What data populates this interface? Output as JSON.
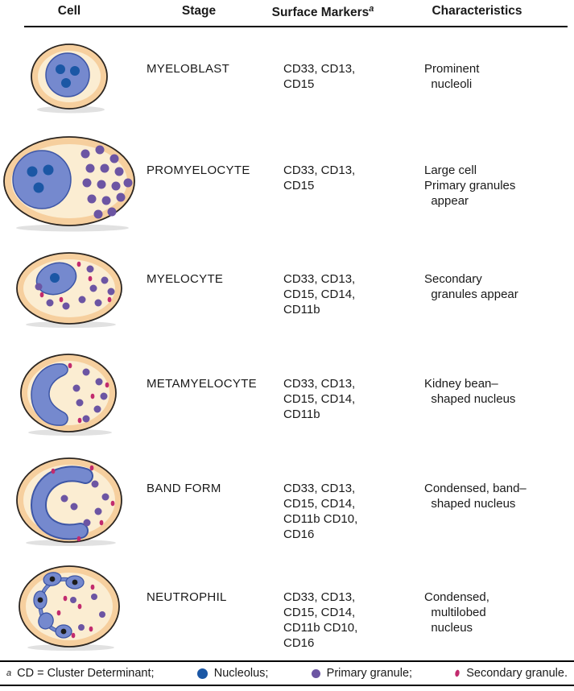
{
  "header": {
    "cell": "Cell",
    "stage": "Stage",
    "markers": "Surface Markers",
    "markers_sup": "a",
    "characteristics": "Characteristics"
  },
  "rows": [
    {
      "stage": "MYELOBLAST",
      "markers": "CD33, CD13,\nCD15",
      "characteristics": "Prominent\n  nucleoli"
    },
    {
      "stage": "PROMYELOCYTE",
      "markers": "CD33, CD13,\nCD15",
      "characteristics": "Large cell\nPrimary granules\n  appear"
    },
    {
      "stage": "MYELOCYTE",
      "markers": "CD33, CD13,\nCD15, CD14,\nCD11b",
      "characteristics": "Secondary\n  granules appear"
    },
    {
      "stage": "METAMYELOCYTE",
      "markers": "CD33, CD13,\nCD15, CD14,\nCD11b",
      "characteristics": "Kidney bean–\n  shaped nucleus"
    },
    {
      "stage": "BAND FORM",
      "markers": "CD33, CD13,\nCD15, CD14,\nCD11b CD10,\nCD16",
      "characteristics": "Condensed, band–\n  shaped nucleus"
    },
    {
      "stage": "NEUTROPHIL",
      "markers": "CD33, CD13,\nCD15, CD14,\nCD11b CD10,\nCD16",
      "characteristics": "Condensed,\n  multilobed\n  nucleus"
    }
  ],
  "footer": {
    "note_sup": "a",
    "note": "CD = Cluster Determinant;",
    "legend": [
      {
        "icon": "nucleolus-icon",
        "label": "Nucleolus;",
        "color": "#1B57A5"
      },
      {
        "icon": "primary-granule-icon",
        "label": "Primary granule;",
        "color": "#6C55A3"
      },
      {
        "icon": "secondary-granule-icon",
        "label": "Secondary granule.",
        "color": "#C22B6E"
      }
    ]
  },
  "palette": {
    "cytoplasm_outer": "#F6CF9E",
    "cytoplasm_inner": "#FBEDD2",
    "nucleus": "#7589CE",
    "nucleus_border": "#3D56A6",
    "nucleolus": "#1B57A5",
    "primary_granule": "#6C55A3",
    "secondary_granule": "#C22B6E"
  }
}
